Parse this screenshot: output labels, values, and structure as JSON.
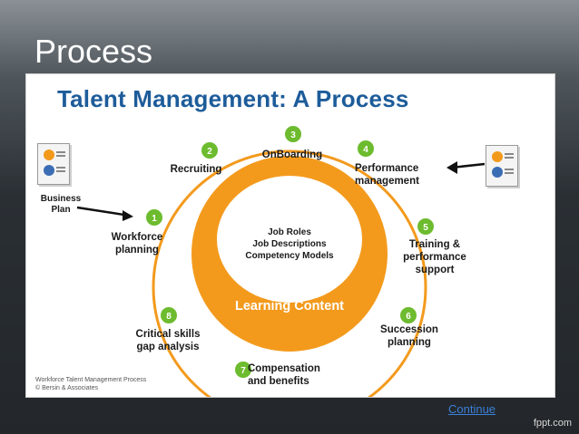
{
  "slide": {
    "title": "Process",
    "continue_link": "Continue",
    "footer_brand": "fppt.com"
  },
  "diagram": {
    "title": "Talent Management:  A Process",
    "center_lines": [
      "Job Roles",
      "Job Descriptions",
      "Competency Models"
    ],
    "center_label": "Learning Content",
    "business_plan": "Business\nPlan",
    "credit": "Workforce Talent Management Process\n© Bersin & Associates",
    "steps": [
      {
        "num": "1",
        "label": "Workforce\nplanning"
      },
      {
        "num": "2",
        "label": "Recruiting"
      },
      {
        "num": "3",
        "label": "OnBoarding"
      },
      {
        "num": "4",
        "label": "Performance\nmanagement"
      },
      {
        "num": "5",
        "label": "Training &\nperformance\nsupport"
      },
      {
        "num": "6",
        "label": "Succession\nplanning"
      },
      {
        "num": "7",
        "label": "Compensation\nand benefits"
      },
      {
        "num": "8",
        "label": "Critical skills\ngap analysis"
      }
    ],
    "colors": {
      "ring": "#f39a1d",
      "badge": "#6dbb2e",
      "title": "#1d5c9a"
    }
  }
}
